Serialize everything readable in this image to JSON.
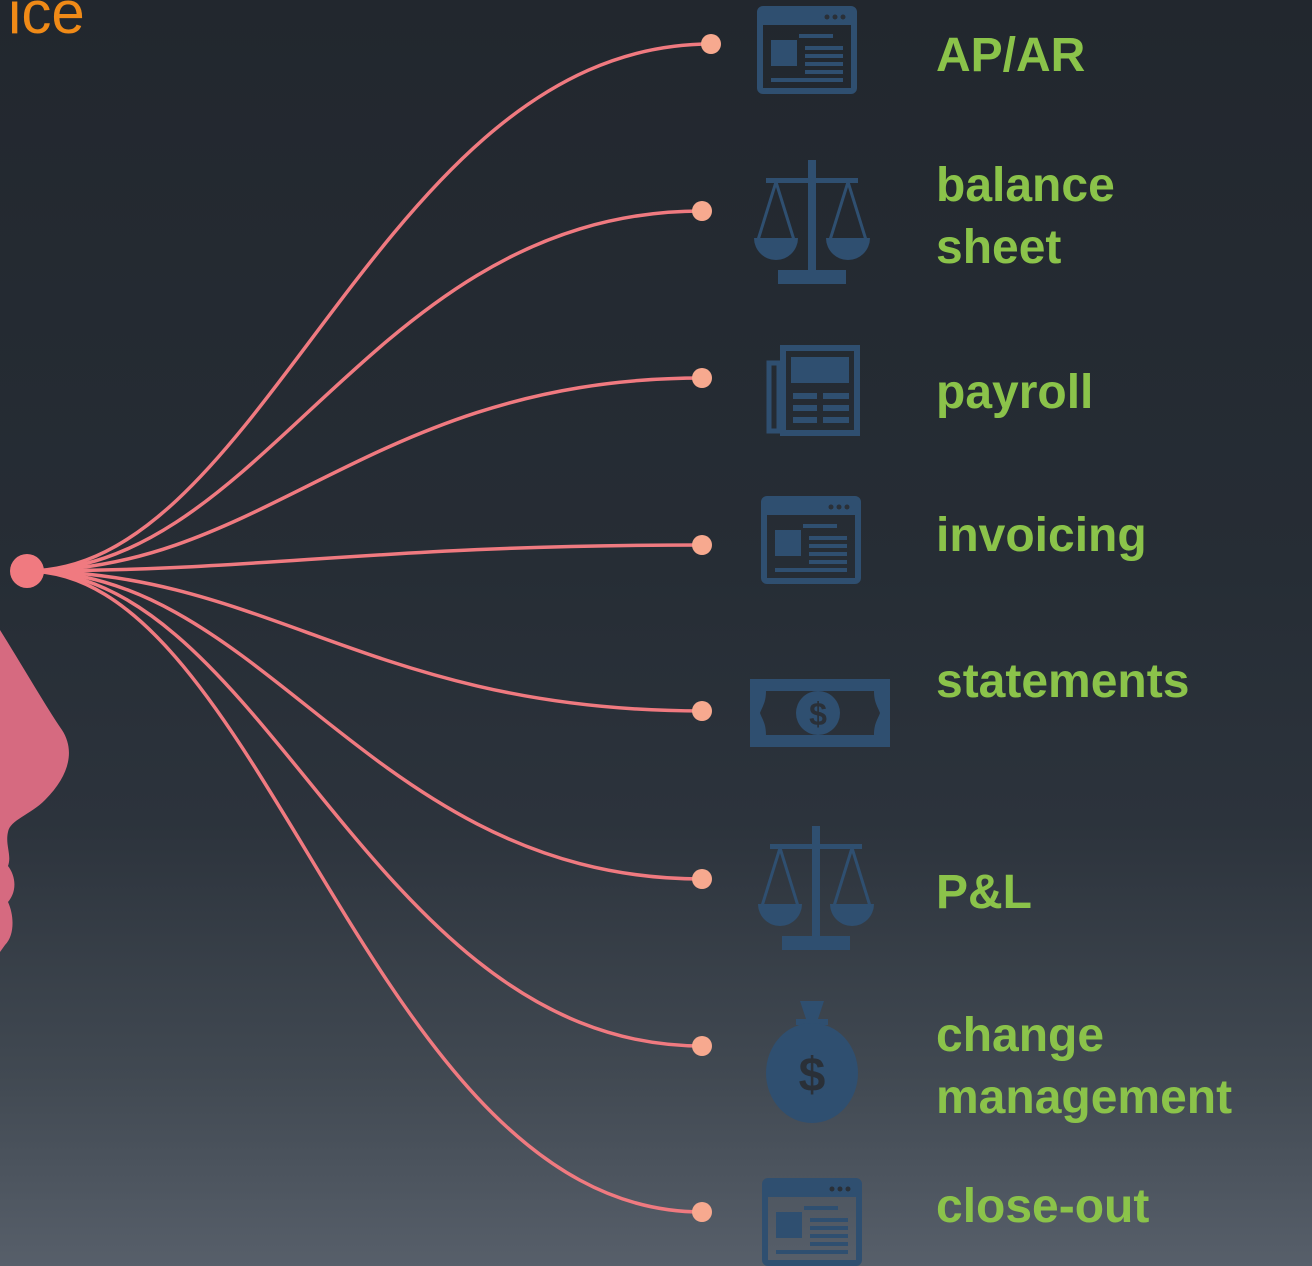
{
  "title": "ice",
  "colors": {
    "connector": "#f07a80",
    "endpoint": "#f7a98f",
    "hub": "#f07a80",
    "silhouette": "#d66a80",
    "icon": "#2f4f70",
    "label": "#8bc34a",
    "title": "#f08a17"
  },
  "items": [
    {
      "label": "AP/AR",
      "icon": "browser-window-icon"
    },
    {
      "label": "balance\nsheet",
      "icon": "scales-icon"
    },
    {
      "label": "payroll",
      "icon": "newspaper-icon"
    },
    {
      "label": "invoicing",
      "icon": "browser-window-icon"
    },
    {
      "label": "statements",
      "icon": "banknote-icon"
    },
    {
      "label": "P&L",
      "icon": "scales-icon"
    },
    {
      "label": "change\nmanagement",
      "icon": "money-bag-icon"
    },
    {
      "label": "close-out",
      "icon": "browser-window-icon"
    }
  ]
}
